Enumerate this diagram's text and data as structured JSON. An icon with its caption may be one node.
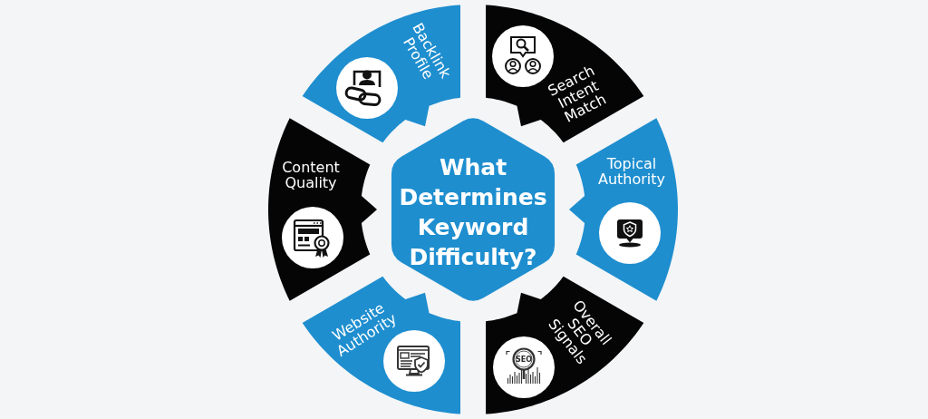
{
  "diagram": {
    "nodes": [
      {
        "text": [
          "What Determines Keyword Difficulty?"
        ]
      },
      {
        "text": [
          "Backlink Profile"
        ]
      },
      {
        "text": [
          "Search Intent Match"
        ]
      },
      {
        "text": [
          "Topical Authority"
        ]
      },
      {
        "text": [
          "Overall SEO Signals"
        ]
      },
      {
        "text": [
          "Website Authority"
        ]
      },
      {
        "text": [
          "Content Quality"
        ]
      }
    ],
    "labels": [
      "SEO"
    ]
  }
}
